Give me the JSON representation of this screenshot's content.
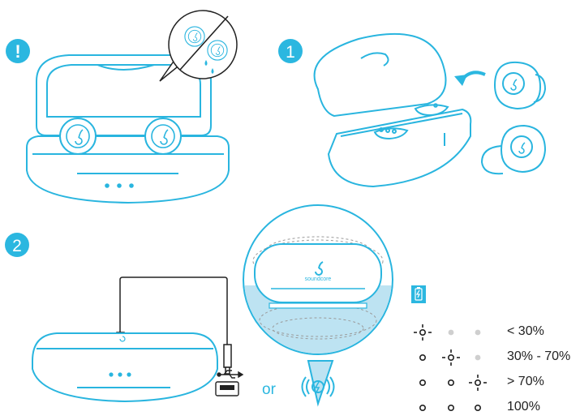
{
  "colors": {
    "accent": "#2bb7e0",
    "outline": "#29b5df",
    "callout_fill": "#bde3f2",
    "text": "#222222",
    "led_off": "#cfcfcf"
  },
  "steps": {
    "warning_marker": "!",
    "step1_marker": "1",
    "step2_marker": "2"
  },
  "brand": {
    "logo_text": "soundcore"
  },
  "charging": {
    "or_label": "or",
    "icons": [
      "usb-icon",
      "usb-port-icon",
      "wireless-charging-icon",
      "battery-charging-icon"
    ]
  },
  "battery_legend": {
    "rows": [
      {
        "leds": [
          "blink",
          "off",
          "off"
        ],
        "label": "< 30%"
      },
      {
        "leds": [
          "on",
          "blink",
          "off"
        ],
        "label": "30% - 70%"
      },
      {
        "leds": [
          "on",
          "on",
          "blink"
        ],
        "label": "> 70%"
      },
      {
        "leds": [
          "on",
          "on",
          "on"
        ],
        "label": "100%"
      }
    ]
  }
}
